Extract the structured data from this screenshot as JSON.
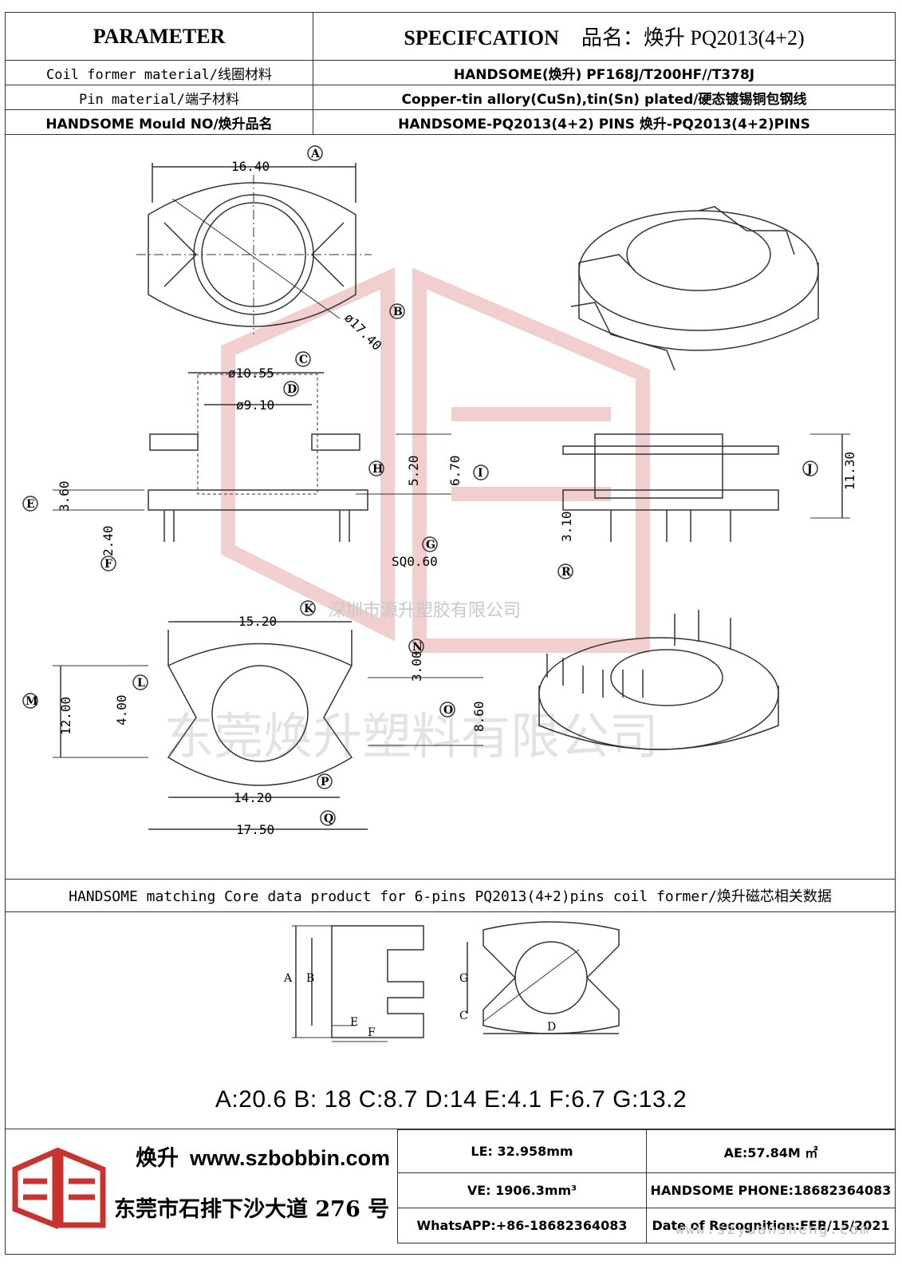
{
  "header": {
    "parameter_title": "PARAMETER",
    "spec_title": "SPECIFCATION",
    "spec_name": "品名：焕升 PQ2013(4+2)",
    "rows": [
      {
        "label": "Coil former material/线圈材料",
        "value": "HANDSOME(焕升)   PF168J/T200HF//T378J"
      },
      {
        "label": "Pin material/端子材料",
        "value": "Copper-tin allory(CuSn),tin(Sn) plated/硬态镀锡铜包钢线"
      },
      {
        "label": "HANDSOME Mould NO/焕升品名",
        "value": "HANDSOME-PQ2013(4+2) PINS    焕升-PQ2013(4+2)PINS"
      }
    ]
  },
  "drawing": {
    "dims": {
      "A": "16.40",
      "B": "ø17.40",
      "C": "ø10.55",
      "D": "ø9.10",
      "E": "3.60",
      "F": "2.40",
      "G": "SQ0.60",
      "H": "5.20",
      "I": "6.70",
      "J": "11.30",
      "R": "3.10",
      "K": "15.20",
      "M": "12.00",
      "L": "4.00",
      "N": "3.00",
      "O": "8.60",
      "P": "14.20",
      "Q": "17.50"
    },
    "letters": [
      "A",
      "B",
      "C",
      "D",
      "E",
      "F",
      "G",
      "H",
      "I",
      "J",
      "K",
      "L",
      "M",
      "N",
      "O",
      "P",
      "Q",
      "R"
    ],
    "watermark_small": "深圳市源升塑胶有限公司",
    "watermark_large": "东莞焕升塑料有限公司"
  },
  "core": {
    "bar_text": "HANDSOME matching Core data  product for 6-pins PQ2013(4+2)pins coil former/焕升磁芯相关数据",
    "labels": [
      "A",
      "B",
      "C",
      "D",
      "E",
      "F",
      "G"
    ],
    "values_text": "A:20.6 B: 18 C:8.7 D:14 E:4.1 F:6.7 G:13.2"
  },
  "footer": {
    "brand": "焕升",
    "website": "www.szbobbin.com",
    "address": "东莞市石排下沙大道 276 号",
    "le": "LE: 32.958mm",
    "ae": "AE:57.84M ㎡",
    "ve": "VE: 1906.3mm³",
    "phone": "HANDSOME PHONE:18682364083",
    "whatsapp": "WhatsAPP:+86-18682364083",
    "date": "Date of Recognition:FEB/15/2021",
    "watermark_url": "www.szyuansheng.com"
  },
  "colors": {
    "border": "#333333",
    "watermark": "#f2c6c6",
    "logo_red": "#c9332f"
  }
}
